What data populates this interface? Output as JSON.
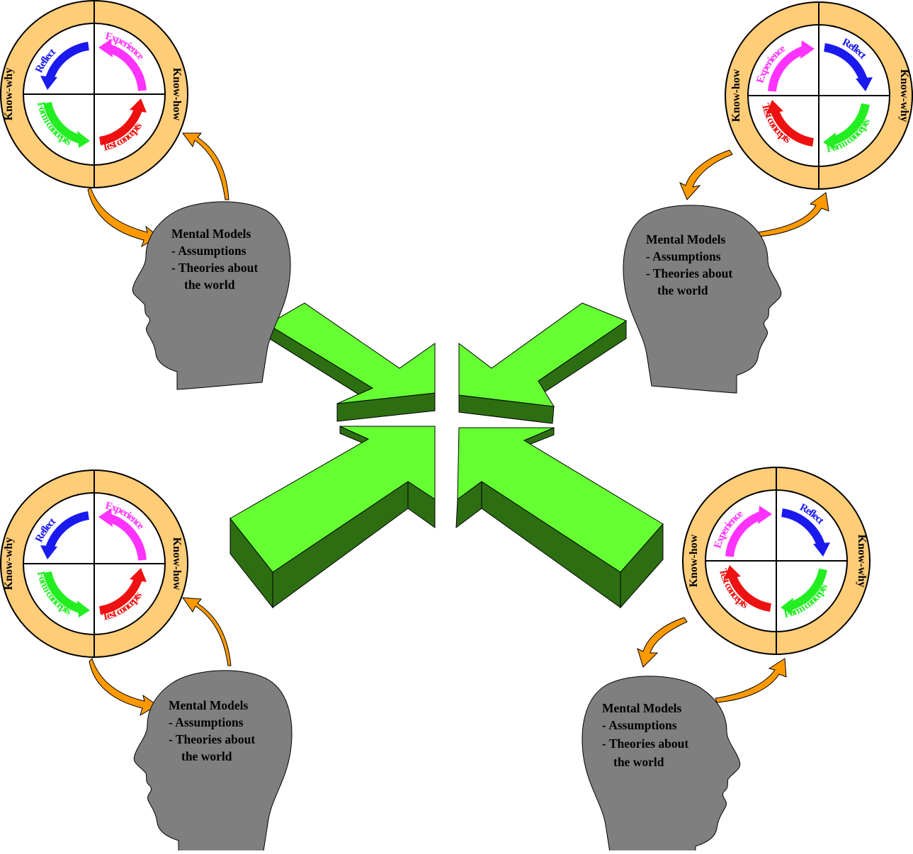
{
  "labels": {
    "experience": "Experience",
    "reflect": "Reflect",
    "form_concepts": "Form concepts",
    "test_concepts": "Test concepts",
    "know_why": "Know-why",
    "know_how": "Know-how"
  },
  "head": {
    "title": "Mental Models",
    "line1": "- Assumptions",
    "line2": "- Theories about",
    "line3": "the world"
  },
  "colors": {
    "experience": "#ff33ff",
    "reflect": "#1a1aee",
    "form_concepts": "#22ee22",
    "test_concepts": "#ee1111",
    "ring": "#ffcc77",
    "head": "#7f7f7f",
    "curved_arrow": "#ff9900",
    "center_arrow_face": "#66ff33",
    "center_arrow_side": "#2d6e12"
  }
}
